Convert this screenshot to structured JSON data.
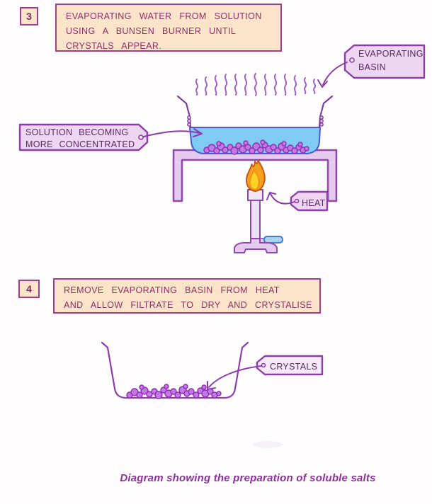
{
  "page": {
    "background": "#fffdfd",
    "caption": "Diagram showing the preparation of soluble salts"
  },
  "steps": [
    {
      "number": "3",
      "lines": [
        "EVAPORATING WATER FROM SOLUTION",
        "USING A BUNSEN BURNER UNTIL",
        "CRYSTALS APPEAR."
      ]
    },
    {
      "number": "4",
      "lines": [
        "REMOVE EVAPORATING BASIN FROM HEAT",
        "AND ALLOW FILTRATE TO DRY AND CRYSTALISE"
      ]
    }
  ],
  "labels": {
    "evaporating_basin": {
      "lines": [
        "EVAPORATING",
        "BASIN"
      ]
    },
    "solution": {
      "lines": [
        "SOLUTION BECOMING",
        "MORE CONCENTRATED"
      ]
    },
    "heat": {
      "text": "HEAT"
    },
    "crystals": {
      "text": "CRYSTALS"
    }
  },
  "icons": {
    "steam-icon": "wavy vapour lines above basin",
    "flame-icon": "bunsen burner flame",
    "bunsen-burner-icon": "laboratory bunsen burner",
    "tripod-stand-icon": "support stand under basin",
    "evaporating-basin-icon": "shallow dish with solution",
    "crystals-icon": "cluster of purple crystals",
    "tag-hole-icon": "hole of label tag",
    "arrow-connector": "curved pointer arrow",
    "gas-valve-icon": "blue gas valve handle"
  },
  "colors": {
    "step_box_fill": "#fce4cb",
    "step_box_border": "#a73b8d",
    "step_box_text": "#8c2f63",
    "tag_fill": "#eed5f1",
    "tag_fill_light": "#f6e9f8",
    "tag_border": "#8d3da9",
    "tag_text": "#572a5f",
    "stand_fill": "#e5c9ef",
    "stand_outline": "#9148ab",
    "liquid_fill": "#80cbf3",
    "liquid_outline": "#4a5ad0",
    "crystal_fill": "#c178e5",
    "crystal_outline": "#8f2fb0",
    "flame_outer": "#f7a01b",
    "flame_outer_stroke": "#bf5a17",
    "flame_inner": "#ffd326",
    "valve_fill": "#a8d4f2",
    "valve_stroke": "#3f7ed2",
    "steam_stroke": "#a25fc6",
    "caption_text": "#8f2f9f"
  }
}
